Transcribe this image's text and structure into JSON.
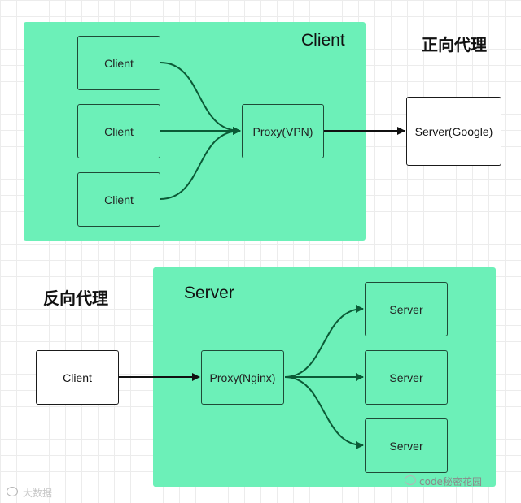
{
  "top": {
    "region_label": "Client",
    "section_title": "正向代理",
    "clients": [
      {
        "label": "Client"
      },
      {
        "label": "Client"
      },
      {
        "label": "Client"
      }
    ],
    "proxy_label": "Proxy(VPN)",
    "server_label": "Server(Google)"
  },
  "bottom": {
    "region_label": "Server",
    "section_title": "反向代理",
    "client_label": "Client",
    "proxy_label": "Proxy(Nginx)",
    "servers": [
      {
        "label": "Server"
      },
      {
        "label": "Server"
      },
      {
        "label": "Server"
      }
    ]
  },
  "watermarks": {
    "left": "大数据",
    "right": "code秘密花园"
  },
  "colors": {
    "region_fill": "#6cf0b8",
    "edge": "#0b5a36",
    "node_border": "#1f4a37"
  }
}
